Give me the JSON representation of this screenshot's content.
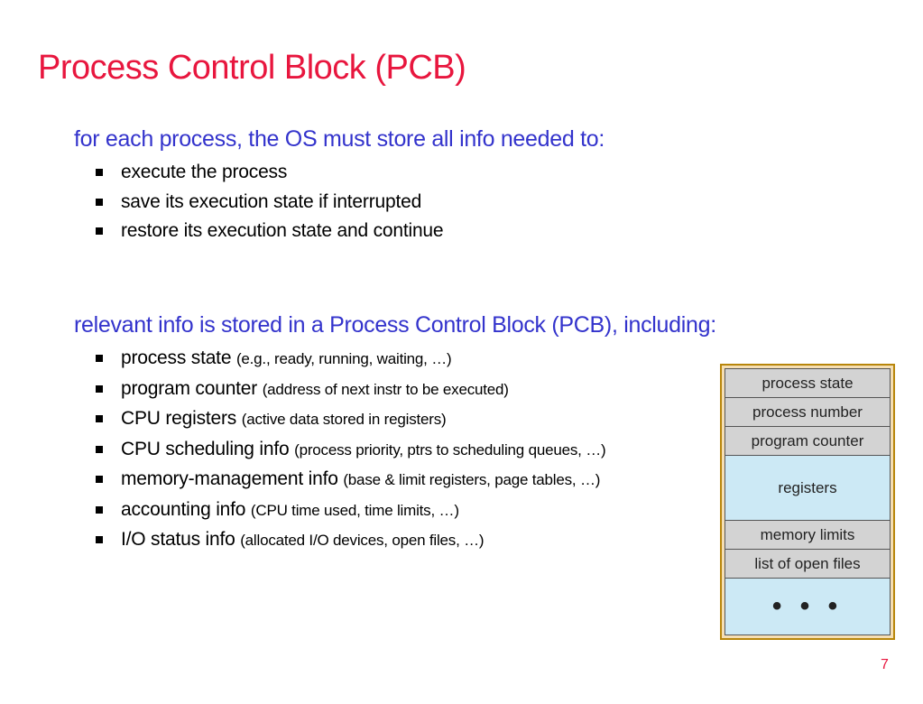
{
  "slide": {
    "title": "Process Control Block (PCB)",
    "page_number": "7"
  },
  "section1": {
    "heading": "for each process, the OS must store all info needed to:",
    "bullets": [
      {
        "main": "execute the process",
        "detail": ""
      },
      {
        "main": "save its execution state if interrupted",
        "detail": ""
      },
      {
        "main": "restore its execution state and continue",
        "detail": ""
      }
    ]
  },
  "section2": {
    "heading": "relevant info is stored in a Process Control Block (PCB), including:",
    "bullets": [
      {
        "main": "process state ",
        "detail": "(e.g., ready, running, waiting, …)"
      },
      {
        "main": "program counter ",
        "detail": "(address of next instr to be executed)"
      },
      {
        "main": "CPU registers ",
        "detail": "(active data stored in registers)"
      },
      {
        "main": "CPU scheduling info ",
        "detail": "(process priority, ptrs to scheduling queues, …)"
      },
      {
        "main": "memory-management info ",
        "detail": "(base & limit registers, page tables, …)"
      },
      {
        "main": "accounting info ",
        "detail": "(CPU time used, time limits, …)"
      },
      {
        "main": "I/O status info ",
        "detail": "(allocated I/O devices, open files, …)"
      }
    ]
  },
  "pcb_diagram": {
    "rows": [
      "process state",
      "process number",
      "program counter",
      "registers",
      "memory limits",
      "list of open files",
      "• • •"
    ]
  },
  "colors": {
    "title": "#e8163e",
    "heading": "#3333cc",
    "gray_cell": "#d3d3d3",
    "blue_cell": "#cce9f5",
    "frame_border": "#b8860b"
  }
}
